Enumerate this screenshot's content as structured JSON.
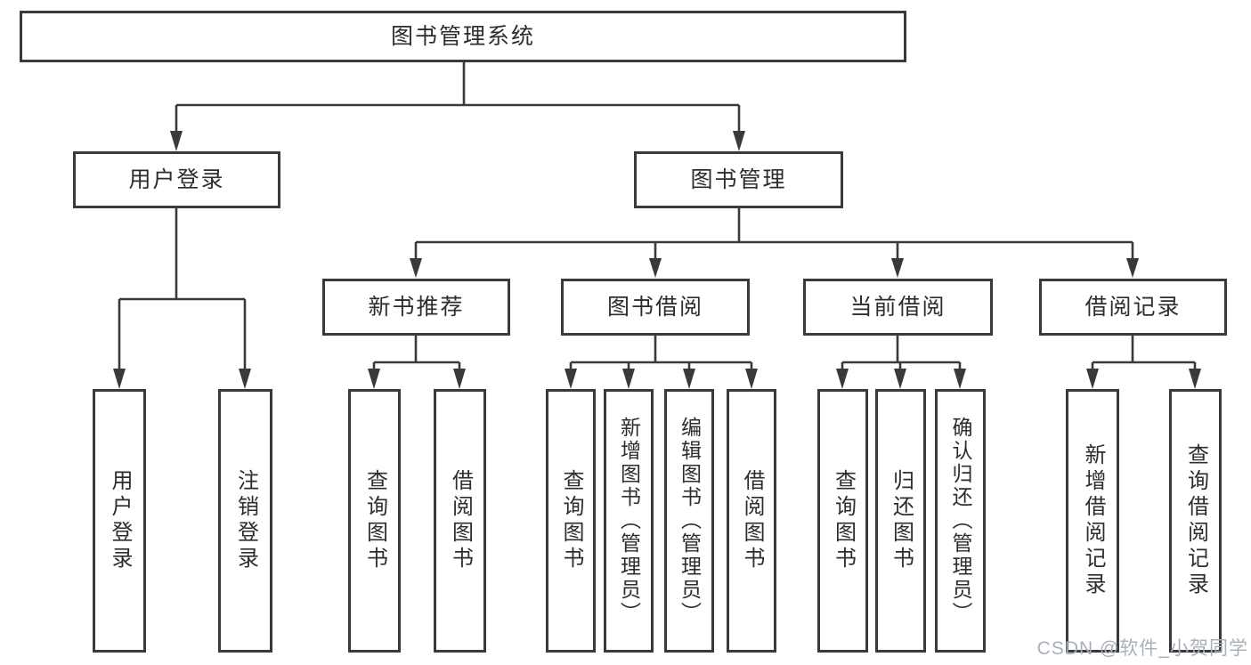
{
  "root": {
    "label": "图书管理系统"
  },
  "branches": [
    {
      "label": "用户登录",
      "children": [
        {
          "label": "用户登录"
        },
        {
          "label": "注销登录"
        }
      ]
    },
    {
      "label": "图书管理",
      "children": [
        {
          "label": "新书推荐",
          "children": [
            {
              "label": "查询图书"
            },
            {
              "label": "借阅图书"
            }
          ]
        },
        {
          "label": "图书借阅",
          "children": [
            {
              "label": "查询图书"
            },
            {
              "label": "新增图书（管理员）"
            },
            {
              "label": "编辑图书（管理员）"
            },
            {
              "label": "借阅图书"
            }
          ]
        },
        {
          "label": "当前借阅",
          "children": [
            {
              "label": "查询图书"
            },
            {
              "label": "归还图书"
            },
            {
              "label": "确认归还（管理员）"
            }
          ]
        },
        {
          "label": "借阅记录",
          "children": [
            {
              "label": "新增借阅记录"
            },
            {
              "label": "查询借阅记录"
            }
          ]
        }
      ]
    }
  ],
  "watermark": "CSDN @软件_小贺同学",
  "colors": {
    "line": "#3a3a3a",
    "text": "#2d2d2d",
    "background": "#ffffff",
    "watermark": "#a9afba"
  }
}
